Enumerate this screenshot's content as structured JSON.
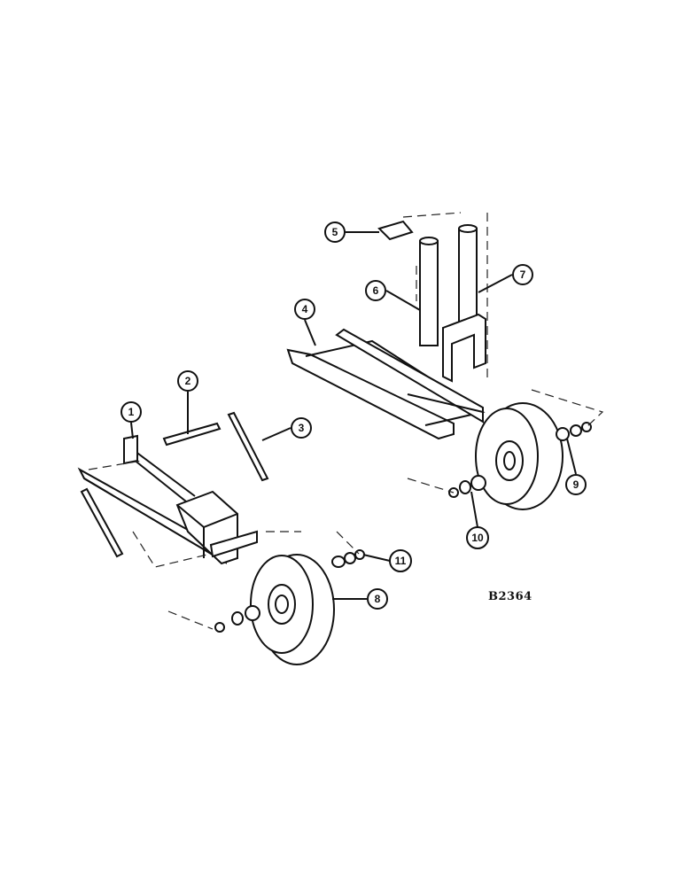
{
  "drawing_id": "B2364",
  "callouts": [
    {
      "label": "1"
    },
    {
      "label": "2"
    },
    {
      "label": "3"
    },
    {
      "label": "4"
    },
    {
      "label": "5"
    },
    {
      "label": "6"
    },
    {
      "label": "7"
    },
    {
      "label": "8"
    },
    {
      "label": "9"
    },
    {
      "label": "10"
    },
    {
      "label": "11"
    }
  ]
}
